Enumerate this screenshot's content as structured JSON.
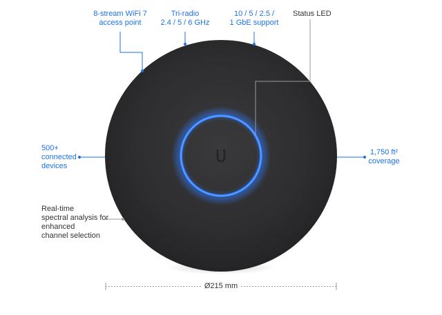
{
  "colors": {
    "accent": "#1a73e8",
    "dark_text": "#333333",
    "device": "#2f2f31",
    "led": "#2f7bff"
  },
  "callouts": {
    "stream": {
      "line1": "8-stream WiFi 7",
      "line2": "access point"
    },
    "radio": {
      "line1": "Tri-radio",
      "line2": "2.4 / 5 / 6 GHz"
    },
    "ethernet": {
      "line1": "10 / 5 / 2.5 /",
      "line2": "1 GbE support"
    },
    "status_led": {
      "line1": "Status LED"
    },
    "devices": {
      "line1": "500+",
      "line2": "connected",
      "line3": "devices"
    },
    "coverage": {
      "line1": "1,750 ft²",
      "line2": "coverage"
    },
    "spectral": {
      "line1": "Real-time",
      "line2": "spectral analysis for",
      "line3": "enhanced",
      "line4": "channel selection"
    }
  },
  "dimension": {
    "label": "Ø215 mm"
  },
  "icons": {
    "device_logo": "ubiquiti-u-logo-icon",
    "leader_dot": "leader-dot-icon"
  }
}
